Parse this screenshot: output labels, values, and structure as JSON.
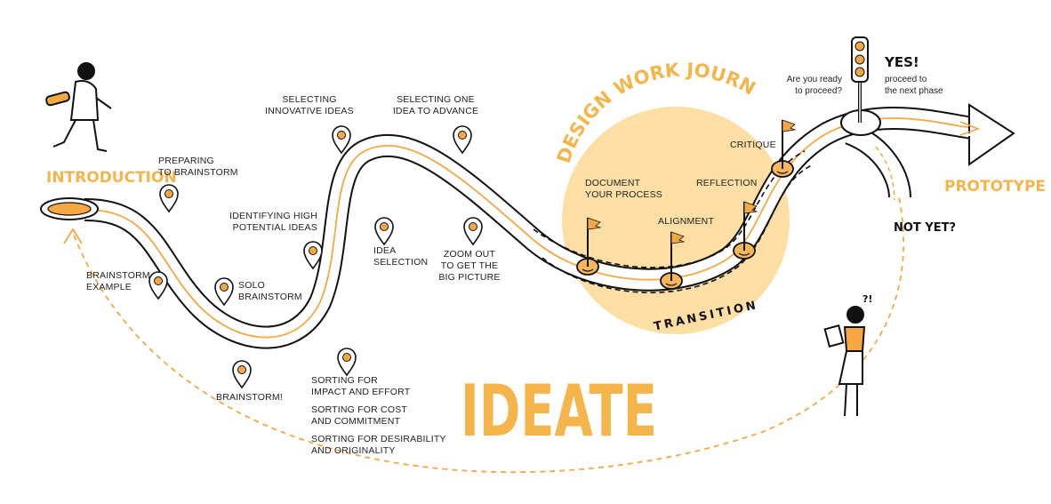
{
  "title": "IDEATE",
  "colors": {
    "accent": "#f5a742",
    "light": "#fddfa6",
    "ink": "#111111"
  },
  "stages": {
    "introduction": "INTRODUCTION",
    "prototype": "PROTOTYPE"
  },
  "journal": {
    "title": "DESIGN WORK JOURNAL",
    "transition": "TRANSITION",
    "steps": [
      "DOCUMENT",
      "YOUR PROCESS",
      "ALIGNMENT",
      "REFLECTION",
      "CRITIQUE"
    ]
  },
  "decision": {
    "question": [
      "Are you ready",
      "to proceed?"
    ],
    "yes": "YES!",
    "yes_text": [
      "proceed to",
      "the next phase"
    ],
    "not_yet": "NOT YET?",
    "exclaim": "?!"
  },
  "steps": {
    "preparing": [
      "PREPARING",
      "TO BRAINSTORM"
    ],
    "brainstorm_example": [
      "BRAINSTORM",
      "EXAMPLE"
    ],
    "solo": [
      "SOLO",
      "BRAINSTORM"
    ],
    "brainstorm": "BRAINSTORM!",
    "identifying": [
      "IDENTIFYING HIGH",
      "POTENTIAL IDEAS"
    ],
    "selecting_innovative": [
      "SELECTING",
      "INNOVATIVE IDEAS"
    ],
    "idea_selection": [
      "IDEA",
      "SELECTION"
    ],
    "selecting_one": [
      "SELECTING ONE",
      "IDEA TO ADVANCE"
    ],
    "zoom_out": [
      "ZOOM OUT",
      "TO GET THE",
      "BIG PICTURE"
    ],
    "sorting_impact": [
      "SORTING FOR",
      "IMPACT AND EFFORT"
    ],
    "sorting_cost": [
      "SORTING FOR COST",
      "AND COMMITMENT"
    ],
    "sorting_desirability": [
      "SORTING FOR DESIRABILITY",
      "AND ORIGINALITY"
    ]
  }
}
